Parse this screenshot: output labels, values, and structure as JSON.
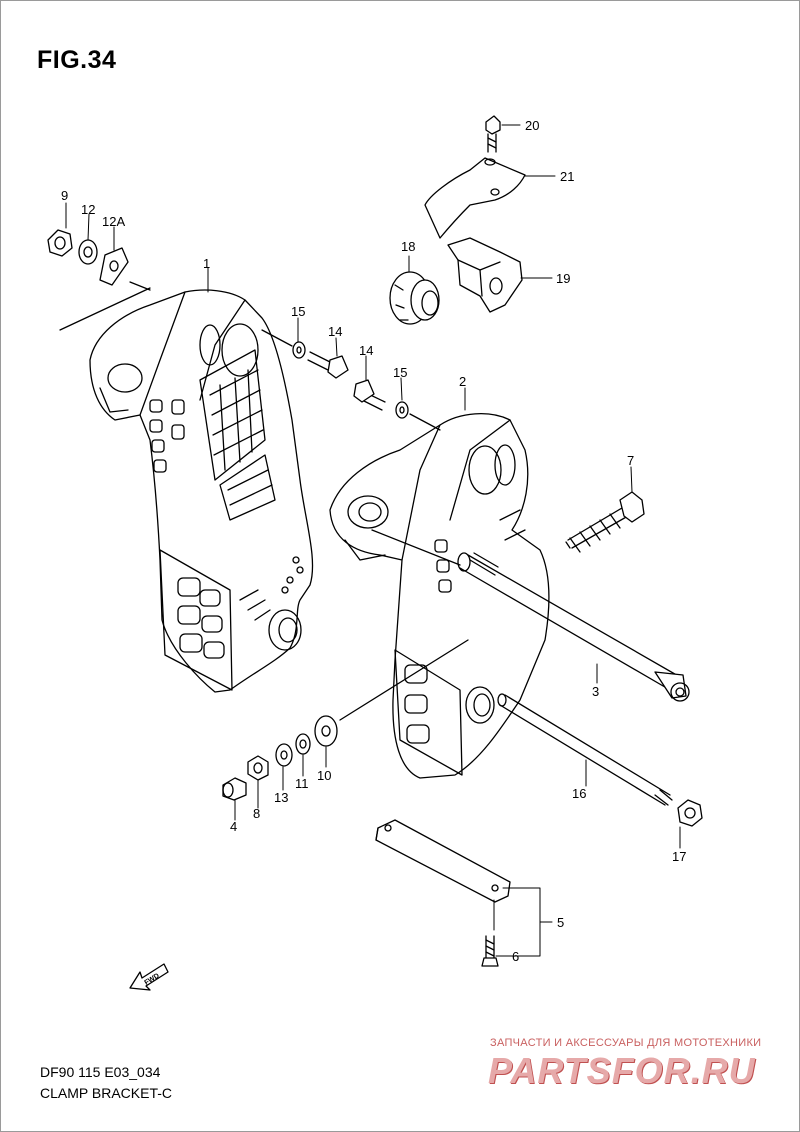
{
  "figure": {
    "title": "FIG.34"
  },
  "parts": [
    {
      "ref": "1"
    },
    {
      "ref": "2"
    },
    {
      "ref": "3"
    },
    {
      "ref": "4"
    },
    {
      "ref": "5"
    },
    {
      "ref": "6"
    },
    {
      "ref": "7"
    },
    {
      "ref": "8"
    },
    {
      "ref": "9"
    },
    {
      "ref": "10"
    },
    {
      "ref": "11"
    },
    {
      "ref": "12"
    },
    {
      "ref": "12A"
    },
    {
      "ref": "13"
    },
    {
      "ref": "14a",
      "label": "14"
    },
    {
      "ref": "14b",
      "label": "14"
    },
    {
      "ref": "15a",
      "label": "15"
    },
    {
      "ref": "15b",
      "label": "15"
    },
    {
      "ref": "16"
    },
    {
      "ref": "17"
    },
    {
      "ref": "18"
    },
    {
      "ref": "19"
    },
    {
      "ref": "20"
    },
    {
      "ref": "21"
    }
  ],
  "footer": {
    "code": "DF90 115 E03_034",
    "name": "CLAMP BRACKET-C"
  },
  "direction_marker": "FWD",
  "watermark": {
    "line1": "ЗАПЧАСТИ И АКСЕССУАРЫ ДЛЯ МОТОТЕХНИКИ",
    "line2": "PARTSFOR.RU"
  },
  "colors": {
    "line": "#000000",
    "watermark": "#e6a9a9",
    "watermark_text": "#c96060"
  }
}
